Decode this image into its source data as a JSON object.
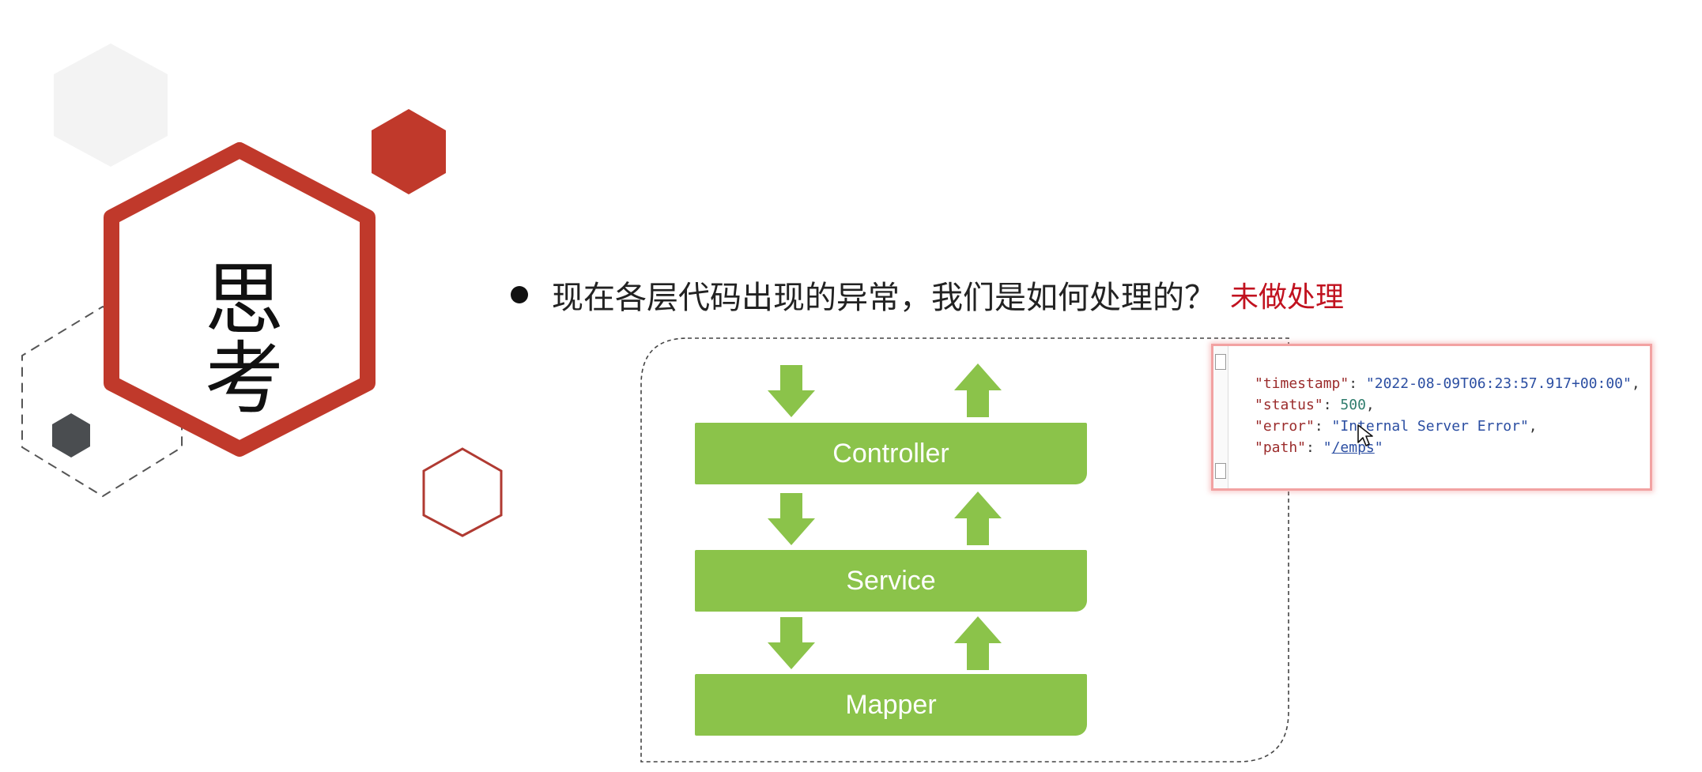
{
  "slide": {
    "title": "思考",
    "question": "现在各层代码出现的异常，我们是如何处理的？",
    "answer": "未做处理"
  },
  "diagram": {
    "layers": [
      "Controller",
      "Service",
      "Mapper"
    ]
  },
  "error_json": {
    "timestamp_key": "\"timestamp\"",
    "timestamp_value": "\"2022-08-09T06:23:57.917+00:00\"",
    "status_key": "\"status\"",
    "status_value": "500",
    "error_key": "\"error\"",
    "error_value": "\"Internal Server Error\"",
    "path_key": "\"path\"",
    "path_value": "/emps"
  },
  "colors": {
    "accent_red": "#c0392b",
    "layer_green": "#8bc34a",
    "answer_red": "#c1121f"
  }
}
